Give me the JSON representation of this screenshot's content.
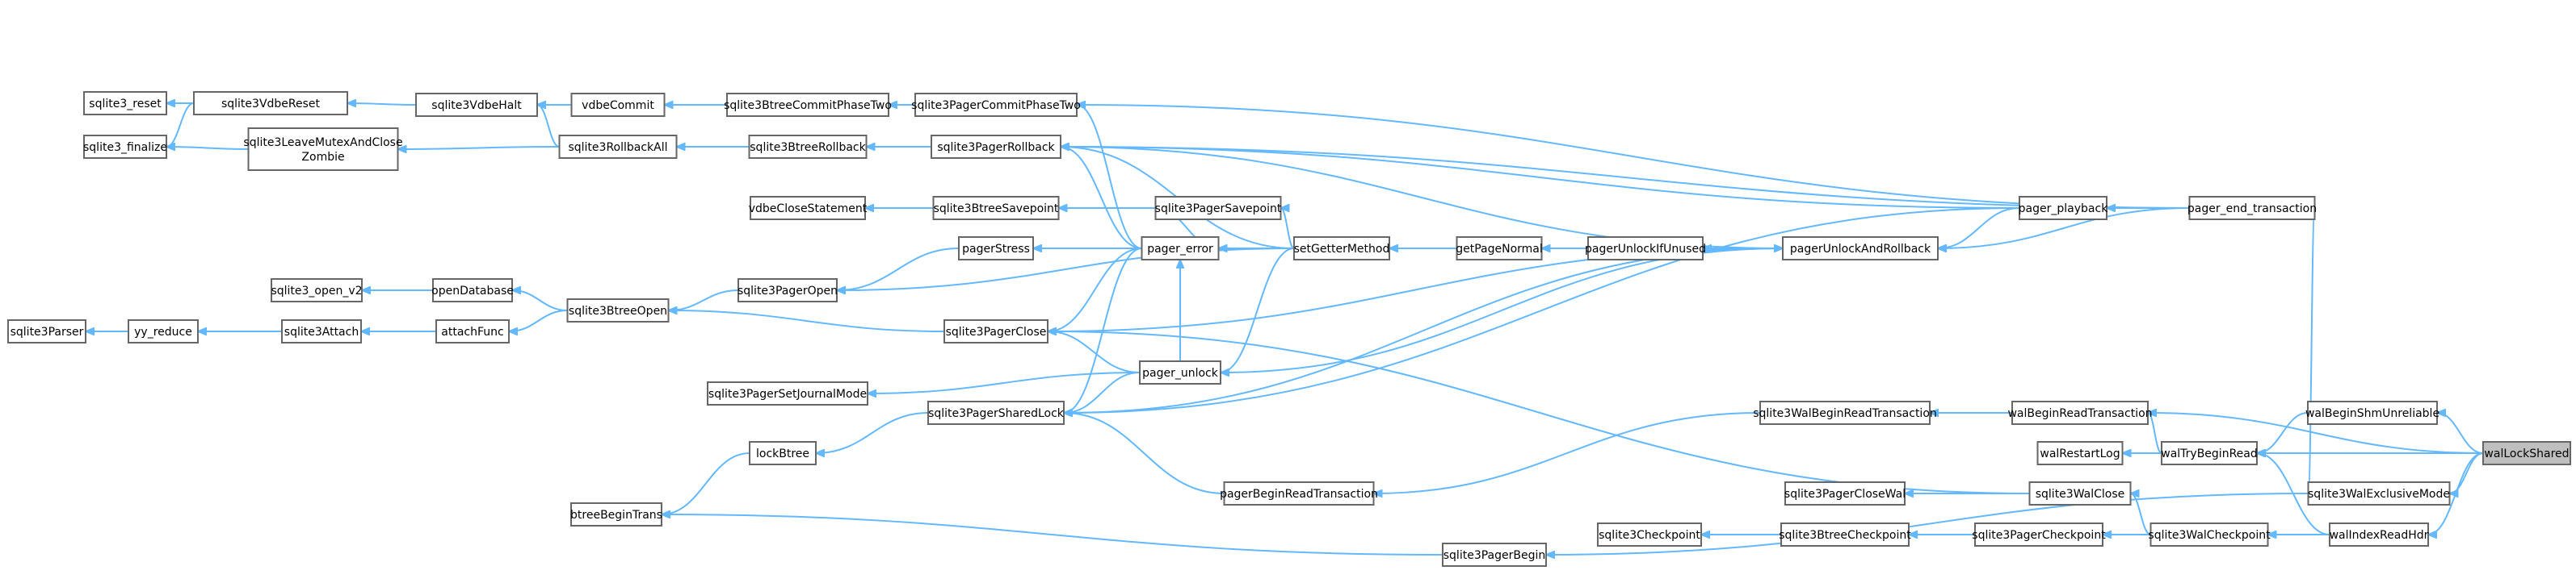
{
  "graph": {
    "title": "",
    "colors": {
      "edge": "#63b8ff",
      "node_border": "#666666",
      "node_fill": "#ffffff",
      "highlight_fill": "#bfbfbf",
      "text": "#000000"
    },
    "nodes": [
      {
        "id": "sqlite3_reset",
        "lines": [
          "sqlite3_reset"
        ]
      },
      {
        "id": "sqlite3VdbeReset",
        "lines": [
          "sqlite3VdbeReset"
        ]
      },
      {
        "id": "sqlite3VdbeHalt",
        "lines": [
          "sqlite3VdbeHalt"
        ]
      },
      {
        "id": "vdbeCommit",
        "lines": [
          "vdbeCommit"
        ]
      },
      {
        "id": "sqlite3BtreeCommitPhaseTwo",
        "lines": [
          "sqlite3BtreeCommitPhaseTwo"
        ]
      },
      {
        "id": "sqlite3PagerCommitPhaseTwo",
        "lines": [
          "sqlite3PagerCommitPhaseTwo"
        ]
      },
      {
        "id": "sqlite3_finalize",
        "lines": [
          "sqlite3_finalize"
        ]
      },
      {
        "id": "sqlite3LeaveMutexAndCloseZombie",
        "lines": [
          "sqlite3LeaveMutexAndClose",
          "Zombie"
        ]
      },
      {
        "id": "sqlite3RollbackAll",
        "lines": [
          "sqlite3RollbackAll"
        ]
      },
      {
        "id": "sqlite3BtreeRollback",
        "lines": [
          "sqlite3BtreeRollback"
        ]
      },
      {
        "id": "sqlite3PagerRollback",
        "lines": [
          "sqlite3PagerRollback"
        ]
      },
      {
        "id": "vdbeCloseStatement",
        "lines": [
          "vdbeCloseStatement"
        ]
      },
      {
        "id": "sqlite3BtreeSavepoint",
        "lines": [
          "sqlite3BtreeSavepoint"
        ]
      },
      {
        "id": "sqlite3PagerSavepoint",
        "lines": [
          "sqlite3PagerSavepoint"
        ]
      },
      {
        "id": "pagerStress",
        "lines": [
          "pagerStress"
        ]
      },
      {
        "id": "pager_error",
        "lines": [
          "pager_error"
        ]
      },
      {
        "id": "setGetterMethod",
        "lines": [
          "setGetterMethod"
        ]
      },
      {
        "id": "getPageNormal",
        "lines": [
          "getPageNormal"
        ]
      },
      {
        "id": "pagerUnlockIfUnused",
        "lines": [
          "pagerUnlockIfUnused"
        ]
      },
      {
        "id": "pagerUnlockAndRollback",
        "lines": [
          "pagerUnlockAndRollback"
        ]
      },
      {
        "id": "pager_playback",
        "lines": [
          "pager_playback"
        ]
      },
      {
        "id": "pager_end_transaction",
        "lines": [
          "pager_end_transaction"
        ]
      },
      {
        "id": "sqlite3_open_v2",
        "lines": [
          "sqlite3_open_v2"
        ]
      },
      {
        "id": "openDatabase",
        "lines": [
          "openDatabase"
        ]
      },
      {
        "id": "sqlite3PagerOpen",
        "lines": [
          "sqlite3PagerOpen"
        ]
      },
      {
        "id": "sqlite3Parser",
        "lines": [
          "sqlite3Parser"
        ]
      },
      {
        "id": "yy_reduce",
        "lines": [
          "yy_reduce"
        ]
      },
      {
        "id": "sqlite3Attach",
        "lines": [
          "sqlite3Attach"
        ]
      },
      {
        "id": "attachFunc",
        "lines": [
          "attachFunc"
        ]
      },
      {
        "id": "sqlite3BtreeOpen",
        "lines": [
          "sqlite3BtreeOpen"
        ]
      },
      {
        "id": "sqlite3PagerClose",
        "lines": [
          "sqlite3PagerClose"
        ]
      },
      {
        "id": "pager_unlock",
        "lines": [
          "pager_unlock"
        ]
      },
      {
        "id": "sqlite3PagerSetJournalMode",
        "lines": [
          "sqlite3PagerSetJournalMode"
        ]
      },
      {
        "id": "sqlite3PagerSharedLock",
        "lines": [
          "sqlite3PagerSharedLock"
        ]
      },
      {
        "id": "sqlite3WalBeginReadTransaction",
        "lines": [
          "sqlite3WalBeginReadTransaction"
        ]
      },
      {
        "id": "walBeginReadTransaction",
        "lines": [
          "walBeginReadTransaction"
        ]
      },
      {
        "id": "walBeginShmUnreliable",
        "lines": [
          "walBeginShmUnreliable"
        ]
      },
      {
        "id": "walLockShared",
        "lines": [
          "walLockShared"
        ],
        "highlight": true
      },
      {
        "id": "lockBtree",
        "lines": [
          "lockBtree"
        ]
      },
      {
        "id": "walRestartLog",
        "lines": [
          "walRestartLog"
        ]
      },
      {
        "id": "walTryBeginRead",
        "lines": [
          "walTryBeginRead"
        ]
      },
      {
        "id": "pagerBeginReadTransaction",
        "lines": [
          "pagerBeginReadTransaction"
        ]
      },
      {
        "id": "sqlite3PagerCloseWal",
        "lines": [
          "sqlite3PagerCloseWal"
        ]
      },
      {
        "id": "sqlite3WalClose",
        "lines": [
          "sqlite3WalClose"
        ]
      },
      {
        "id": "sqlite3WalExclusiveMode",
        "lines": [
          "sqlite3WalExclusiveMode"
        ]
      },
      {
        "id": "btreeBeginTrans",
        "lines": [
          "btreeBeginTrans"
        ]
      },
      {
        "id": "sqlite3Checkpoint",
        "lines": [
          "sqlite3Checkpoint"
        ]
      },
      {
        "id": "sqlite3BtreeCheckpoint",
        "lines": [
          "sqlite3BtreeCheckpoint"
        ]
      },
      {
        "id": "sqlite3PagerCheckpoint",
        "lines": [
          "sqlite3PagerCheckpoint"
        ]
      },
      {
        "id": "sqlite3WalCheckpoint",
        "lines": [
          "sqlite3WalCheckpoint"
        ]
      },
      {
        "id": "walIndexReadHdr",
        "lines": [
          "walIndexReadHdr"
        ]
      },
      {
        "id": "sqlite3PagerBegin",
        "lines": [
          "sqlite3PagerBegin"
        ]
      }
    ],
    "edges": [
      [
        "sqlite3VdbeReset",
        "sqlite3_reset"
      ],
      [
        "sqlite3VdbeReset",
        "sqlite3_finalize"
      ],
      [
        "sqlite3VdbeHalt",
        "sqlite3VdbeReset"
      ],
      [
        "vdbeCommit",
        "sqlite3VdbeHalt"
      ],
      [
        "sqlite3BtreeCommitPhaseTwo",
        "vdbeCommit"
      ],
      [
        "sqlite3PagerCommitPhaseTwo",
        "sqlite3BtreeCommitPhaseTwo"
      ],
      [
        "sqlite3LeaveMutexAndCloseZombie",
        "sqlite3_finalize"
      ],
      [
        "sqlite3RollbackAll",
        "sqlite3VdbeHalt"
      ],
      [
        "sqlite3RollbackAll",
        "sqlite3LeaveMutexAndCloseZombie"
      ],
      [
        "sqlite3BtreeRollback",
        "sqlite3RollbackAll"
      ],
      [
        "sqlite3PagerRollback",
        "sqlite3BtreeRollback"
      ],
      [
        "sqlite3BtreeSavepoint",
        "vdbeCloseStatement"
      ],
      [
        "sqlite3PagerSavepoint",
        "sqlite3BtreeSavepoint"
      ],
      [
        "pagerStress",
        "sqlite3PagerOpen"
      ],
      [
        "pager_error",
        "sqlite3PagerCommitPhaseTwo"
      ],
      [
        "pager_error",
        "sqlite3PagerRollback"
      ],
      [
        "pager_error",
        "sqlite3PagerSavepoint"
      ],
      [
        "pager_error",
        "pagerStress"
      ],
      [
        "pager_error",
        "sqlite3PagerClose"
      ],
      [
        "pager_error",
        "sqlite3PagerSharedLock"
      ],
      [
        "setGetterMethod",
        "sqlite3PagerRollback"
      ],
      [
        "setGetterMethod",
        "sqlite3PagerSavepoint"
      ],
      [
        "setGetterMethod",
        "pager_error"
      ],
      [
        "setGetterMethod",
        "sqlite3PagerOpen"
      ],
      [
        "setGetterMethod",
        "pager_unlock"
      ],
      [
        "getPageNormal",
        "setGetterMethod"
      ],
      [
        "pagerUnlockIfUnused",
        "getPageNormal"
      ],
      [
        "pagerUnlockAndRollback",
        "pagerUnlockIfUnused"
      ],
      [
        "pagerUnlockAndRollback",
        "sqlite3PagerRollback"
      ],
      [
        "pagerUnlockAndRollback",
        "sqlite3PagerClose"
      ],
      [
        "pagerUnlockAndRollback",
        "sqlite3PagerSharedLock"
      ],
      [
        "pager_playback",
        "sqlite3PagerRollback"
      ],
      [
        "pager_playback",
        "pagerUnlockAndRollback"
      ],
      [
        "pager_playback",
        "sqlite3PagerSharedLock"
      ],
      [
        "pager_end_transaction",
        "sqlite3PagerCommitPhaseTwo"
      ],
      [
        "pager_end_transaction",
        "sqlite3PagerRollback"
      ],
      [
        "pager_end_transaction",
        "pager_playback"
      ],
      [
        "pager_end_transaction",
        "pagerUnlockAndRollback"
      ],
      [
        "openDatabase",
        "sqlite3_open_v2"
      ],
      [
        "sqlite3PagerOpen",
        "sqlite3BtreeOpen"
      ],
      [
        "yy_reduce",
        "sqlite3Parser"
      ],
      [
        "sqlite3Attach",
        "yy_reduce"
      ],
      [
        "attachFunc",
        "sqlite3Attach"
      ],
      [
        "sqlite3BtreeOpen",
        "openDatabase"
      ],
      [
        "sqlite3BtreeOpen",
        "attachFunc"
      ],
      [
        "sqlite3PagerClose",
        "sqlite3BtreeOpen"
      ],
      [
        "pager_unlock",
        "pager_error"
      ],
      [
        "pager_unlock",
        "sqlite3PagerClose"
      ],
      [
        "pager_unlock",
        "sqlite3PagerSetJournalMode"
      ],
      [
        "pager_unlock",
        "sqlite3PagerSharedLock"
      ],
      [
        "pager_unlock",
        "pagerUnlockAndRollback"
      ],
      [
        "sqlite3PagerSharedLock",
        "lockBtree"
      ],
      [
        "lockBtree",
        "btreeBeginTrans"
      ],
      [
        "sqlite3WalBeginReadTransaction",
        "pagerBeginReadTransaction"
      ],
      [
        "walBeginReadTransaction",
        "sqlite3WalBeginReadTransaction"
      ],
      [
        "walTryBeginRead",
        "walBeginReadTransaction"
      ],
      [
        "walTryBeginRead",
        "walRestartLog"
      ],
      [
        "walBeginShmUnreliable",
        "walTryBeginRead"
      ],
      [
        "walLockShared",
        "walBeginShmUnreliable"
      ],
      [
        "walLockShared",
        "walTryBeginRead"
      ],
      [
        "walLockShared",
        "walBeginReadTransaction"
      ],
      [
        "walLockShared",
        "sqlite3WalExclusiveMode"
      ],
      [
        "walLockShared",
        "walIndexReadHdr"
      ],
      [
        "pagerBeginReadTransaction",
        "sqlite3PagerSharedLock"
      ],
      [
        "sqlite3WalClose",
        "sqlite3PagerCloseWal"
      ],
      [
        "sqlite3WalClose",
        "sqlite3PagerClose"
      ],
      [
        "sqlite3WalExclusiveMode",
        "pager_end_transaction"
      ],
      [
        "sqlite3WalExclusiveMode",
        "sqlite3PagerBegin"
      ],
      [
        "sqlite3PagerBegin",
        "btreeBeginTrans"
      ],
      [
        "sqlite3BtreeCheckpoint",
        "sqlite3Checkpoint"
      ],
      [
        "sqlite3PagerCheckpoint",
        "sqlite3BtreeCheckpoint"
      ],
      [
        "sqlite3WalCheckpoint",
        "sqlite3PagerCheckpoint"
      ],
      [
        "sqlite3WalCheckpoint",
        "sqlite3WalClose"
      ],
      [
        "walIndexReadHdr",
        "sqlite3WalCheckpoint"
      ],
      [
        "walIndexReadHdr",
        "walTryBeginRead"
      ]
    ]
  }
}
